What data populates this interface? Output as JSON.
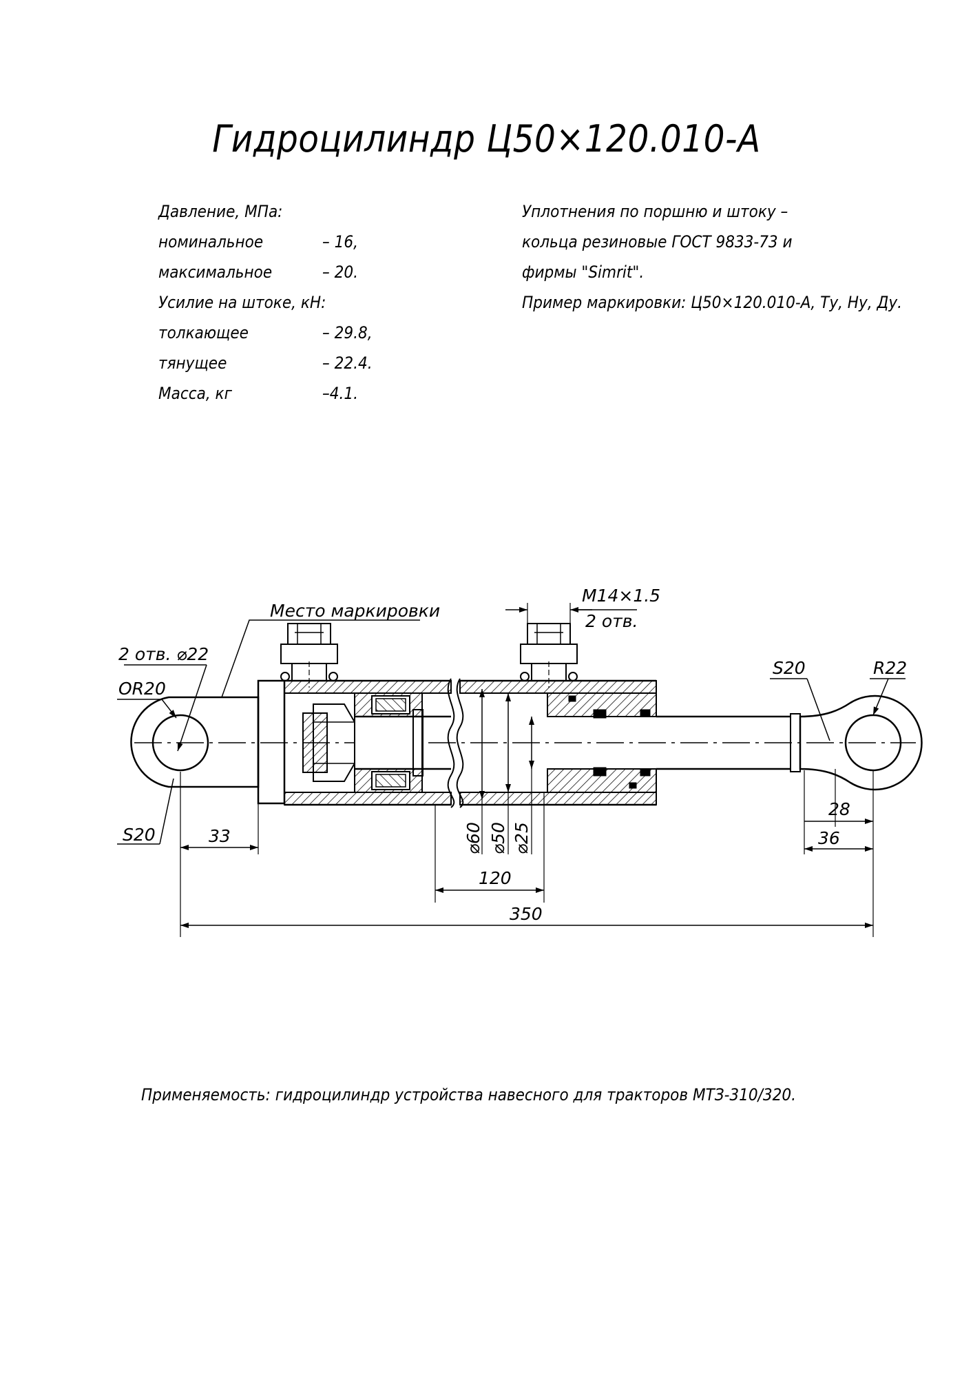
{
  "title": "Гидроцилиндр Ц50×120.010-А",
  "specs_left": {
    "pressure_heading": "Давление, МПа:",
    "nominal_label": "номинальное",
    "nominal_value": "– 16,",
    "max_label": "максимальное",
    "max_value": "– 20.",
    "force_heading": "Усилие на штоке, кН:",
    "push_label": "толкающее",
    "push_value": "– 29.8,",
    "pull_label": "тянущее",
    "pull_value": "– 22.4.",
    "mass_label": "Масса, кг",
    "mass_value": "–4.1."
  },
  "specs_right": {
    "line1": "Уплотнения по поршню и штоку –",
    "line2": "кольца резиновые ГОСТ 9833-73 и",
    "line3": "фирмы \"Simrit\".",
    "line4": "Пример маркировки: Ц50×120.010-А, Ту, Ну, Ду."
  },
  "drawing": {
    "marking_place": "Место маркировки",
    "port_thread": "М14×1.5",
    "port_count": "2 отв.",
    "holes_left": "2 отв. ⌀22",
    "radius_left": "OR20",
    "s20_left": "S20",
    "s20_right": "S20",
    "r22_right": "R22",
    "dim_33": "33",
    "dim_120": "120",
    "dim_350": "350",
    "dim_28": "28",
    "dim_36": "36",
    "dia_60": "⌀60",
    "dia_50": "⌀50",
    "dia_25": "⌀25"
  },
  "footer": "Применяемость: гидроцилиндр устройства навесного для тракторов МТЗ-310/320."
}
